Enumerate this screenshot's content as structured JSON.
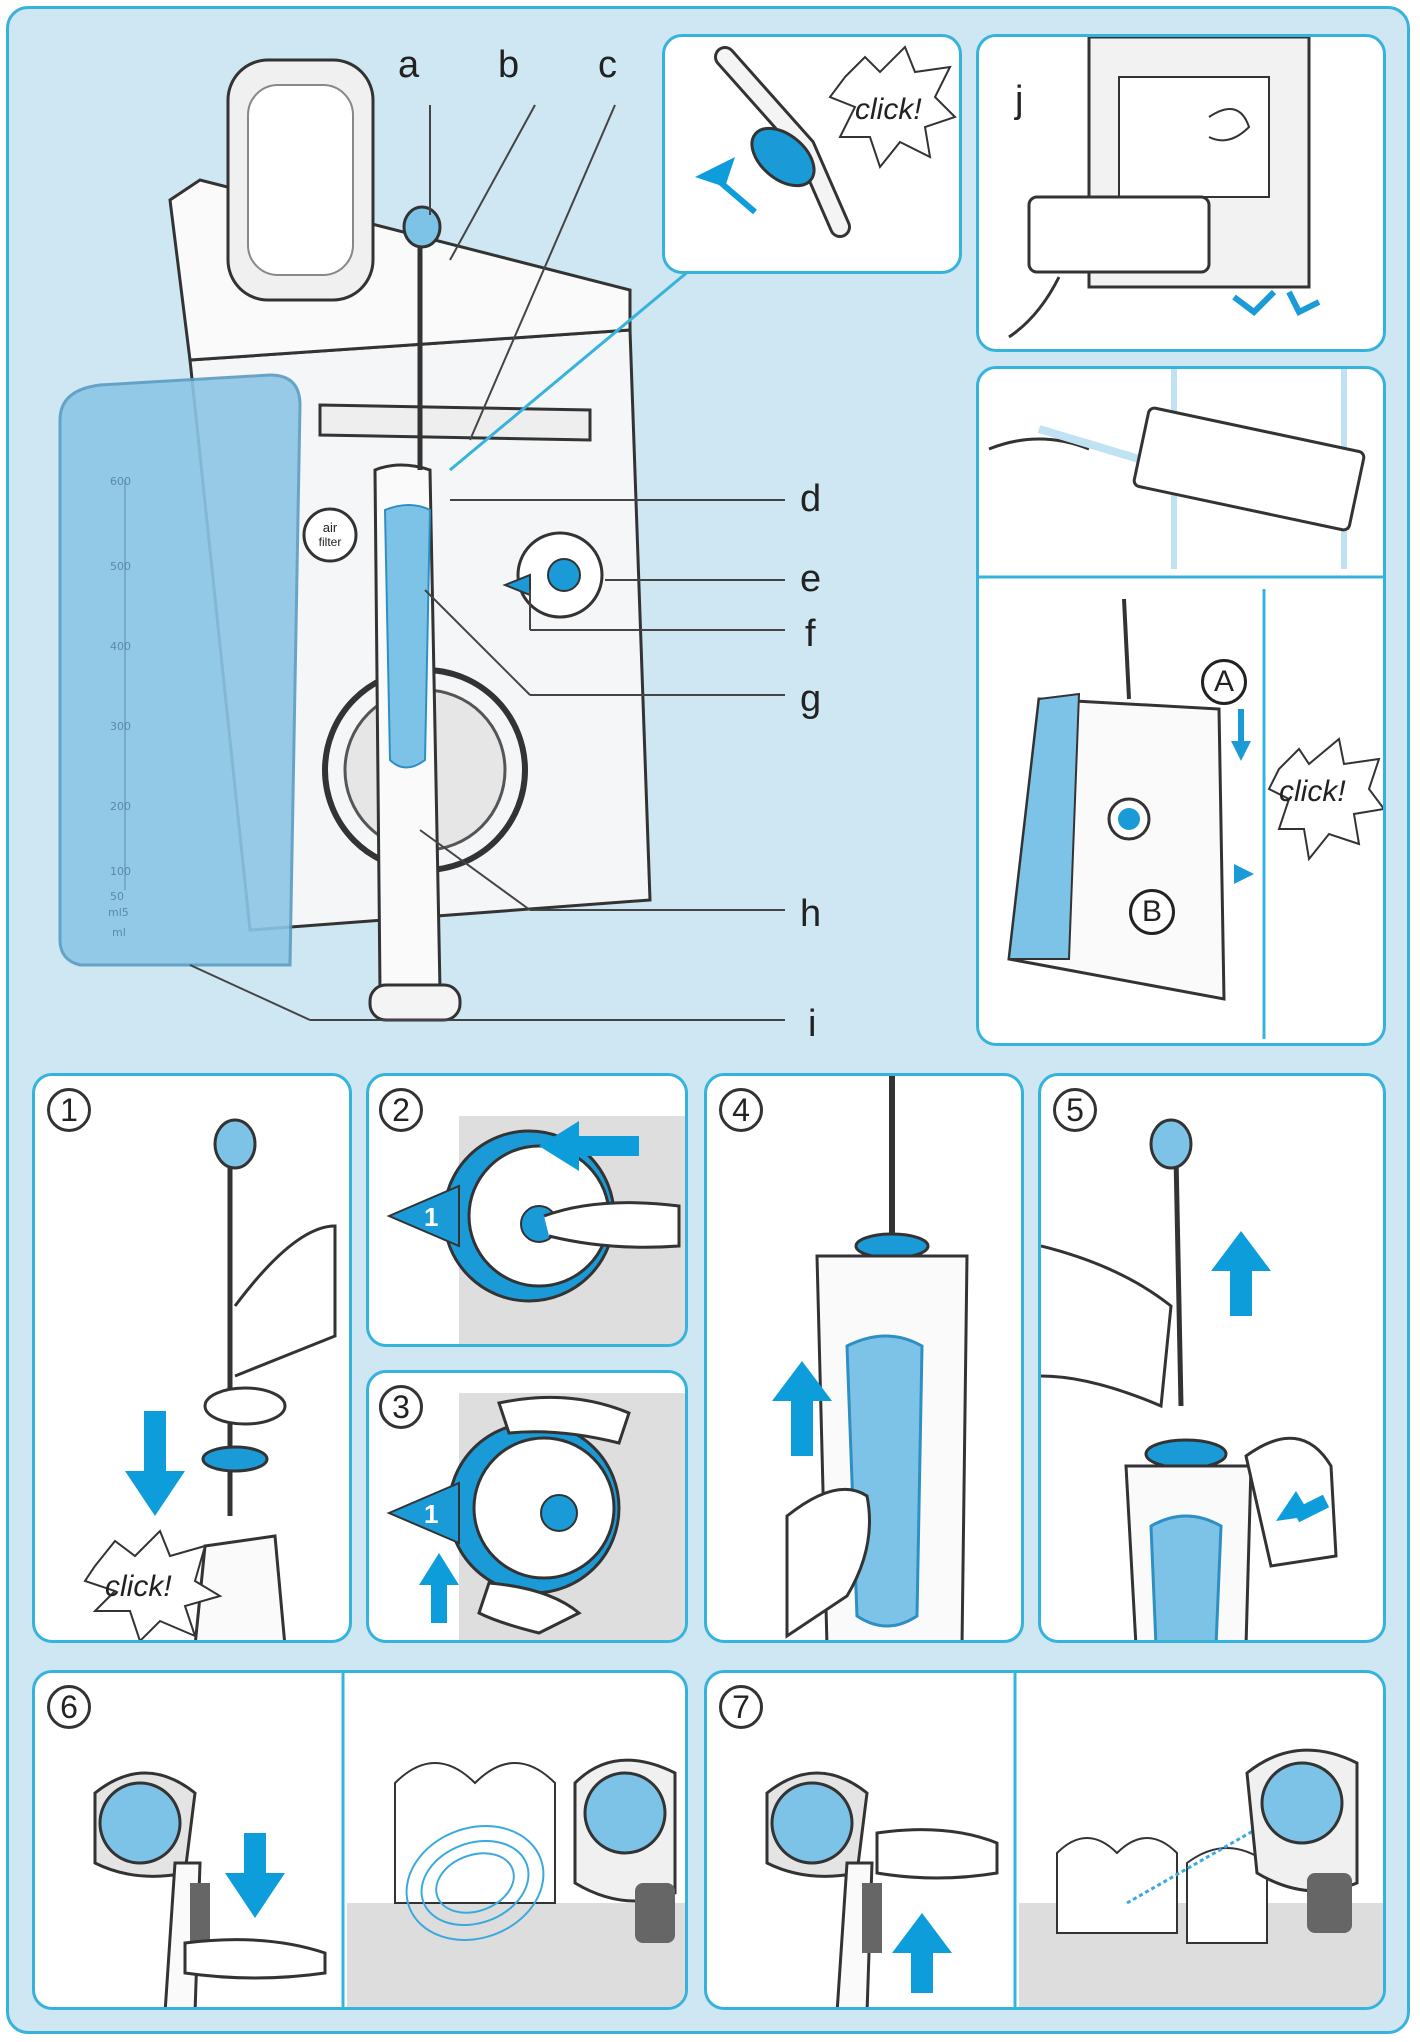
{
  "labels": {
    "a": "a",
    "b": "b",
    "c": "c",
    "d": "d",
    "e": "e",
    "f": "f",
    "g": "g",
    "h": "h",
    "i": "i",
    "j": "j"
  },
  "click_text": "click!",
  "scale_marks": [
    "600",
    "500",
    "400",
    "300",
    "200",
    "100",
    "50",
    "ml5",
    "ml"
  ],
  "air_filter": [
    "air",
    "filter"
  ],
  "position_labels": {
    "A": "A",
    "B": "B"
  },
  "steps": [
    "1",
    "2",
    "3",
    "4",
    "5",
    "6",
    "7"
  ],
  "knob_number": "1",
  "colors": {
    "frame": "#36b3dd",
    "background": "#cfe6f3",
    "accent": "#1a9ad6",
    "arrow": "#0d9ddb",
    "reservoir": "#8cc6e6",
    "outline": "#333333"
  }
}
